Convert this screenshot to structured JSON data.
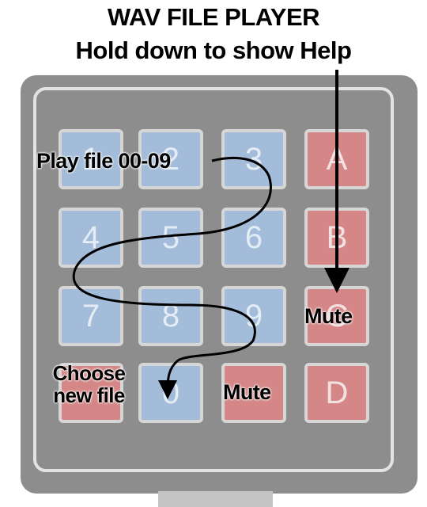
{
  "title": {
    "line1": "WAV FILE PLAYER",
    "line2": "Hold down to show Help"
  },
  "keypad": {
    "keys": [
      {
        "label": "1",
        "color": "blue"
      },
      {
        "label": "2",
        "color": "blue"
      },
      {
        "label": "3",
        "color": "blue"
      },
      {
        "label": "A",
        "color": "red"
      },
      {
        "label": "4",
        "color": "blue"
      },
      {
        "label": "5",
        "color": "blue"
      },
      {
        "label": "6",
        "color": "blue"
      },
      {
        "label": "B",
        "color": "red"
      },
      {
        "label": "7",
        "color": "blue"
      },
      {
        "label": "8",
        "color": "blue"
      },
      {
        "label": "9",
        "color": "blue"
      },
      {
        "label": "C",
        "color": "red"
      },
      {
        "label": "",
        "color": "red"
      },
      {
        "label": "0",
        "color": "blue"
      },
      {
        "label": "",
        "color": "red"
      },
      {
        "label": "D",
        "color": "red"
      }
    ]
  },
  "annotations": {
    "play": "Play file 00-09",
    "mute_c": "Mute",
    "mute_hash": "Mute",
    "choose": "Choose new file"
  },
  "colors": {
    "blue_key": "#a3bcd9",
    "red_key": "#d58787",
    "frame": "#8d8d8d"
  }
}
